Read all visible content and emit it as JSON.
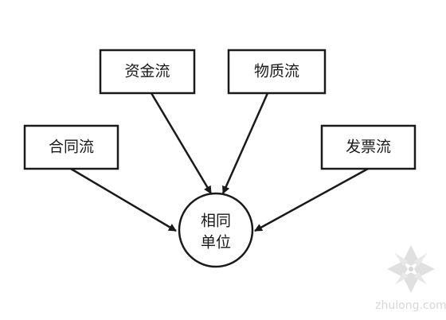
{
  "diagram": {
    "boxes": {
      "contract": "合同流",
      "funds": "资金流",
      "goods": "物质流",
      "invoice": "发票流"
    },
    "center": {
      "line1": "相同",
      "line2": "单位"
    }
  },
  "watermark": {
    "text": "zhulong.com"
  },
  "colors": {
    "stroke": "#1a1a1a",
    "watermark": "#c8c8c8"
  }
}
